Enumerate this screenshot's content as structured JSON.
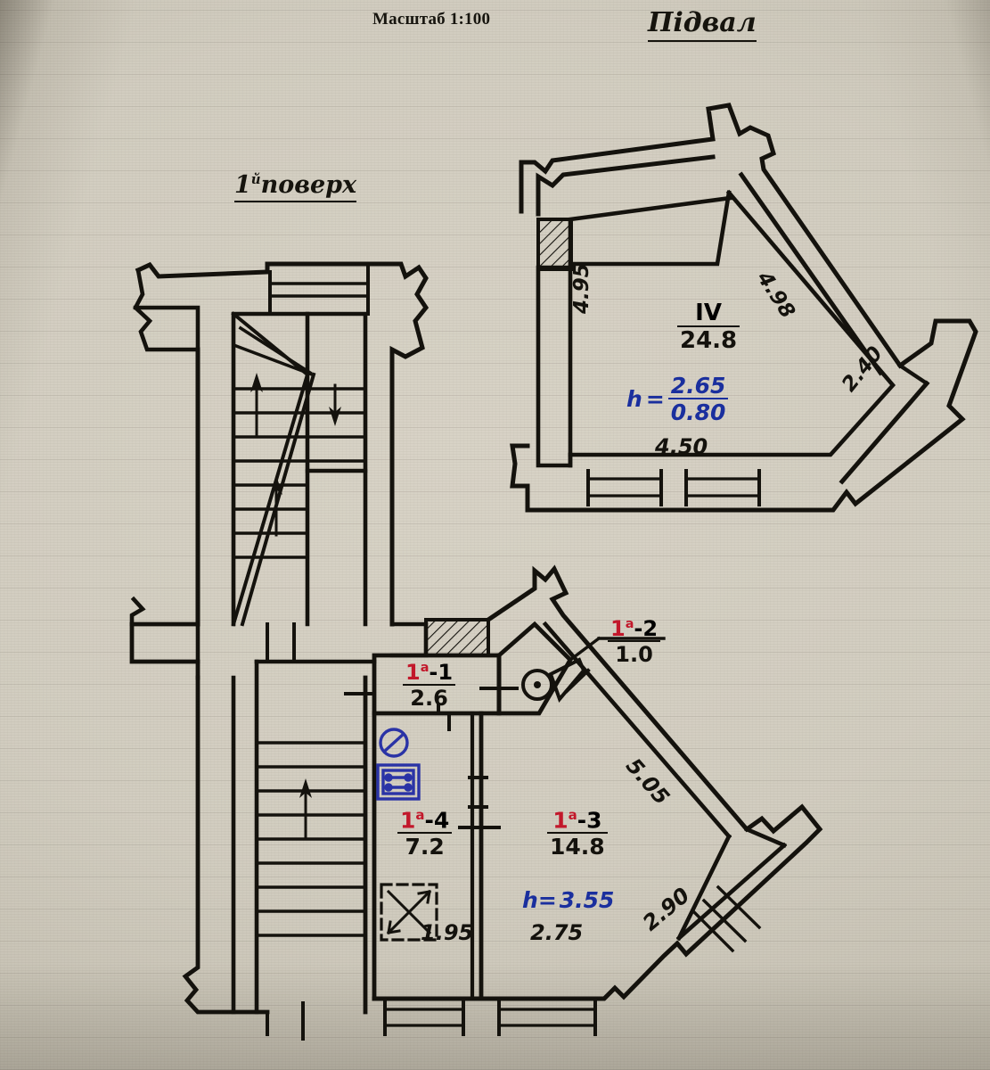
{
  "sheet": {
    "scale_title": "Масштаб 1:100",
    "basement_title": "Підвал",
    "floor_title": "поверх",
    "floor_index": "1",
    "floor_index_sup": "й"
  },
  "basement": {
    "room": {
      "id": "IV",
      "area": "24.8"
    },
    "height": {
      "label": "h",
      "eq": "=",
      "num": "2.65",
      "den": "0.80"
    },
    "dimensions": {
      "left_wall": "4.95",
      "upper_diagonal": "4.98",
      "lower_diagonal": "2.40",
      "bottom_wall": "4.50"
    }
  },
  "floor1": {
    "rooms": [
      {
        "id_num": "1",
        "id_sup": "а",
        "id_tail": "-1",
        "area": "2.6"
      },
      {
        "id_num": "1",
        "id_sup": "а",
        "id_tail": "-2",
        "area": "1.0"
      },
      {
        "id_num": "1",
        "id_sup": "а",
        "id_tail": "-3",
        "area": "14.8"
      },
      {
        "id_num": "1",
        "id_sup": "а",
        "id_tail": "-4",
        "area": "7.2"
      }
    ],
    "height": {
      "label": "h",
      "eq": "=",
      "value": "3.55"
    },
    "dimensions": {
      "room4_bottom": "1.95",
      "room3_bottom": "2.75",
      "upper_diagonal": "5.05",
      "lower_diagonal": "2.90"
    }
  },
  "symbols": {
    "washbasin": "washbasin-icon",
    "electrical_panel": "electrical-panel-icon",
    "stove": "stove-icon",
    "stair_up_arrow": "arrow-up-icon",
    "stair_down_arrow": "arrow-down-icon"
  },
  "colors": {
    "ink_black": "#14120d",
    "ink_red": "#c2182b",
    "ink_blue": "#1a2f9e",
    "paper": "#d2cdc0"
  }
}
